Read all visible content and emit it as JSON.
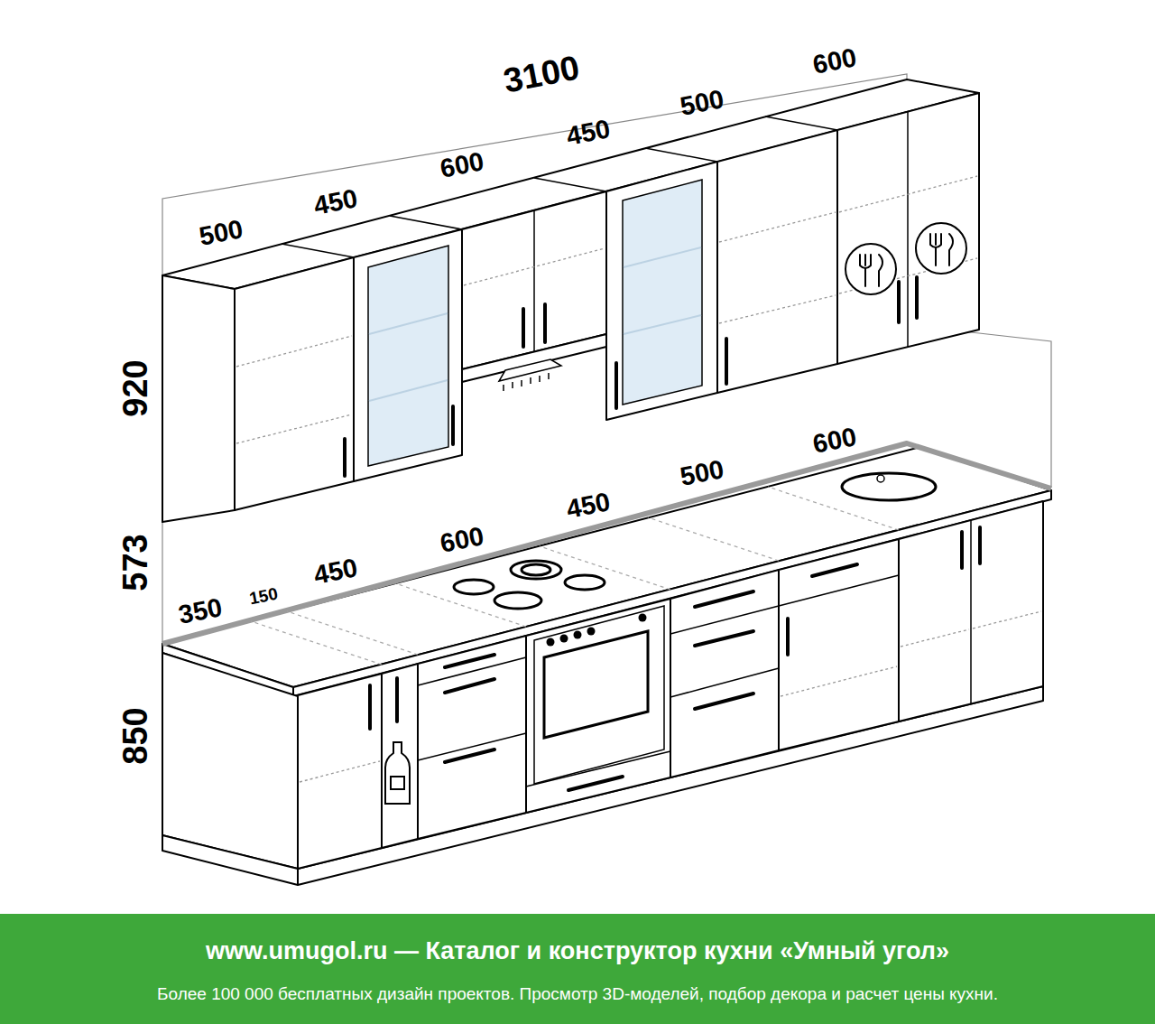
{
  "diagram": {
    "nodes": [
      {
        "text": [
          "www.umugol.ru — Каталог и конструктор кухни «Умный угол»",
          "Более 100 000 бесплатных дизайн проектов. Просмотр 3D-моделей, подбор декора и расчет цены кухни."
        ]
      }
    ],
    "labels": [
      "3100",
      "500",
      "450",
      "600",
      "450",
      "500",
      "600",
      "920",
      "573",
      "850",
      "350",
      "150",
      "450",
      "600",
      "450",
      "500",
      "600"
    ]
  }
}
